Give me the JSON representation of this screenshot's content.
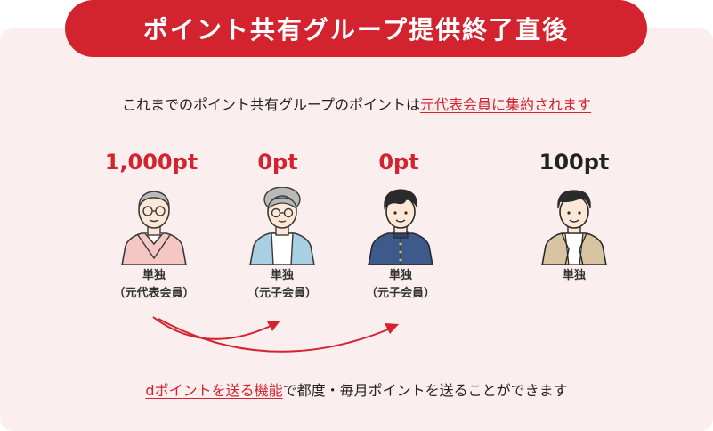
{
  "title": "ポイント共有グループ提供終了直後",
  "lead": {
    "text": "これまでのポイント共有グループのポイントは",
    "link": "元代表会員に集約されます"
  },
  "members": [
    {
      "points": "1,000pt",
      "label1": "単独",
      "label2": "（元代表会員）",
      "highlight": true
    },
    {
      "points": "0pt",
      "label1": "単独",
      "label2": "（元子会員）",
      "highlight": true
    },
    {
      "points": "0pt",
      "label1": "単独",
      "label2": "（元子会員）",
      "highlight": true
    },
    {
      "points": "100pt",
      "label1": "単独",
      "label2": "",
      "highlight": false
    }
  ],
  "footer": {
    "link": "dポイントを送る機能",
    "text": "で都度・毎月ポイントを送ることができます"
  },
  "colors": {
    "accent": "#d2232f",
    "panel": "#fbeeee",
    "text": "#222222"
  },
  "icons": [
    "person-grandfather-icon",
    "person-grandmother-icon",
    "person-student-icon",
    "person-man-icon",
    "arrow-icon"
  ]
}
